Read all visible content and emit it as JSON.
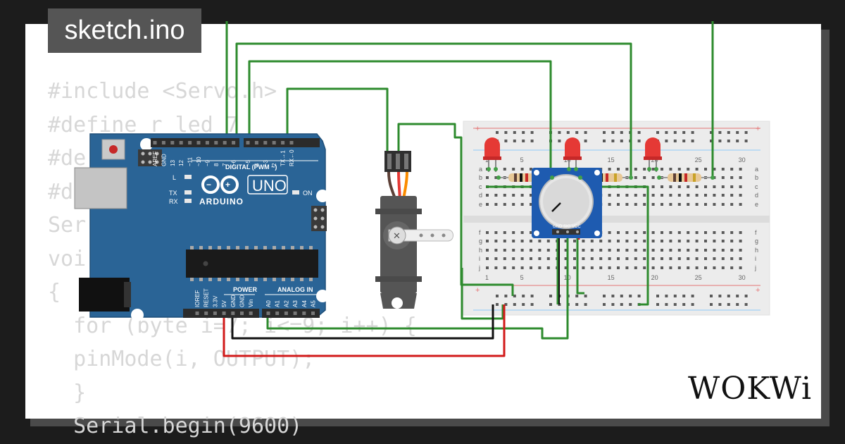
{
  "file_tab": {
    "label": "sketch.ino"
  },
  "code_lines": [
    "#include <Servo.h>",
    "#define r_led 7",
    "#de",
    "#d",
    "Ser",
    "voi",
    "{",
    "  for (byte i=7; i<=9; i++) {",
    "  pinMode(i, OUTPUT);",
    "  }",
    "  Serial.begin(9600)"
  ],
  "arduino": {
    "brand": "ARDUINO",
    "model": "UNO",
    "digital_header": "DIGITAL (PWM ~)",
    "power_header": "POWER",
    "analog_header": "ANALOG IN",
    "led_l": "L",
    "led_tx": "TX",
    "led_rx": "RX",
    "led_on": "ON",
    "digital_pins": [
      "AREF",
      "GND",
      "13",
      "12",
      "~11",
      "~10",
      "~9",
      "8",
      "7",
      "~6",
      "~5",
      "4",
      "~3",
      "2",
      "TX→1",
      "RX←0"
    ],
    "power_pins": [
      "IOREF",
      "RESET",
      "3.3V",
      "5V",
      "GND",
      "GND",
      "Vin"
    ],
    "analog_pins": [
      "A0",
      "A1",
      "A2",
      "A3",
      "A4",
      "A5"
    ]
  },
  "breadboard": {
    "column_numbers": [
      "1",
      "5",
      "10",
      "15",
      "20",
      "25",
      "30"
    ],
    "row_letters_top": [
      "a",
      "b",
      "c",
      "d",
      "e"
    ],
    "row_letters_bottom": [
      "f",
      "g",
      "h",
      "i",
      "j"
    ],
    "rail_plus": "+",
    "rail_minus": "−"
  },
  "potentiometer": {
    "pin_labels": "GND SIG VCC"
  },
  "brand_logo": "WOKWi",
  "colors": {
    "board_blue": "#2a6496",
    "wire_green": "#2e8b2e",
    "wire_black": "#111111",
    "wire_red": "#d21a1a",
    "led_red": "#e53935",
    "code_gray": "#d7d7d7"
  }
}
